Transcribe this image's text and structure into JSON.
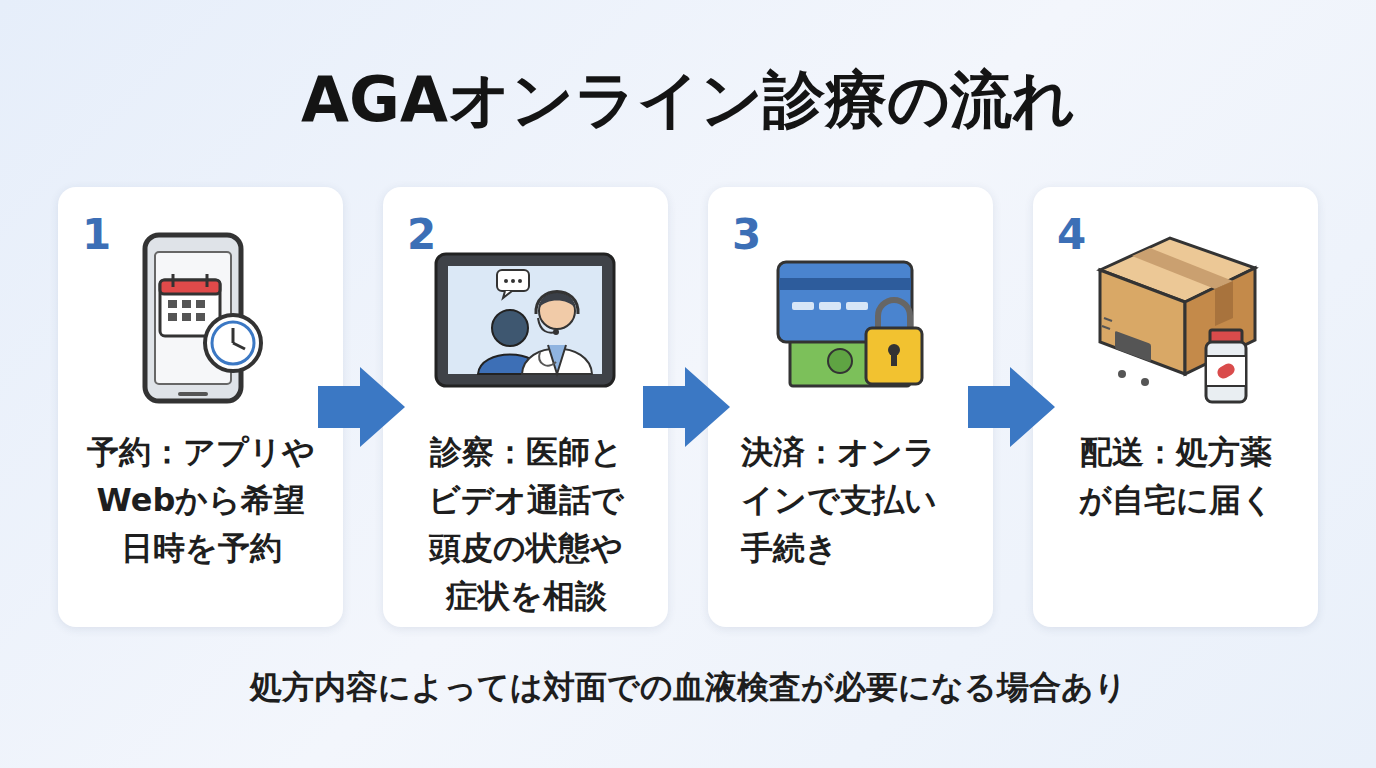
{
  "diagram": {
    "title": "AGAオンライン診療の流れ",
    "caption": "処方内容によっては対面での血液検査が必要になる場合あり",
    "nodes": [
      {
        "text": [
          "1",
          "予約：アプリや Webから希望 日時を予約"
        ]
      },
      {
        "text": [
          "2",
          "診察：医師と ビデオ通話で 頭皮の状態や 症状を相談"
        ]
      },
      {
        "text": [
          "3",
          "決済：オンラ インで支払い 手続き"
        ]
      },
      {
        "text": [
          "4",
          "配送：処方薬 が自宅に届く"
        ]
      }
    ],
    "edges": [
      {
        "from": 0,
        "to": 1,
        "arrow": "to"
      },
      {
        "from": 1,
        "to": 2,
        "arrow": "to"
      },
      {
        "from": 2,
        "to": 3,
        "arrow": "to"
      }
    ]
  }
}
